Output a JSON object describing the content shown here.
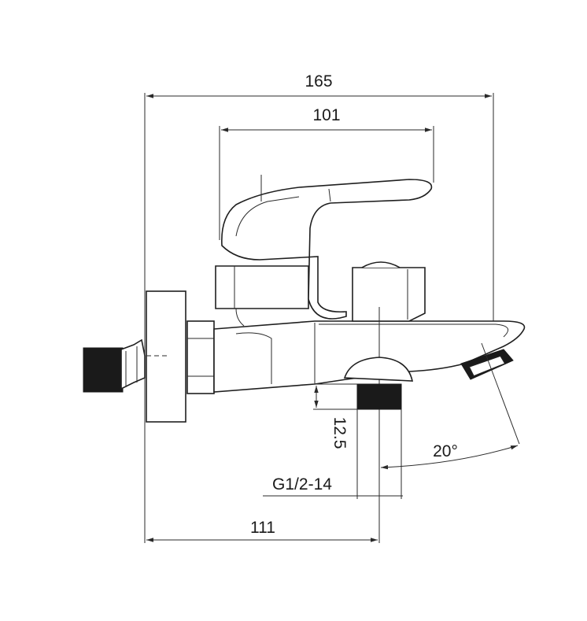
{
  "colors": {
    "line": "#2a2a2a",
    "outline": "#1f1f1f",
    "thread": "#1a1a1a",
    "background": "#ffffff"
  },
  "dimensions": {
    "overall_width": "165",
    "lever_width": "101",
    "outlet_depth": "12.5",
    "thread_spec": "G1/2-14",
    "center_to_wall": "111",
    "spout_angle": "20°"
  }
}
